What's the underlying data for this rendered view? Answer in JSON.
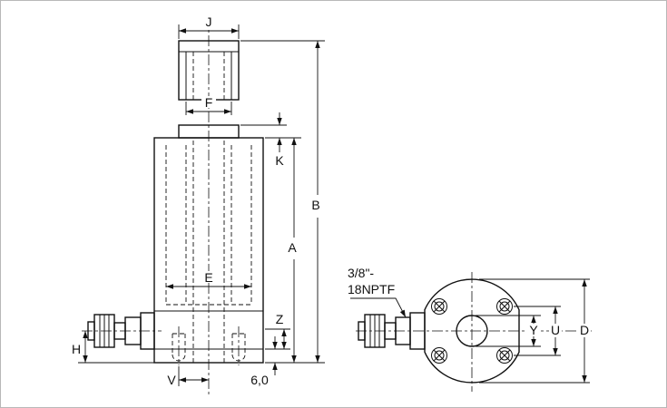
{
  "page": {
    "background": "#ffffff",
    "line_color": "#111111"
  },
  "side_view": {
    "dim_labels": {
      "j": "J",
      "f": "F",
      "k": "K",
      "e": "E",
      "a": "A",
      "b": "B",
      "z": "Z",
      "h": "H",
      "v": "V",
      "base_thickness": "6,0"
    }
  },
  "end_view": {
    "port_label_line1": "3/8\"-",
    "port_label_line2": "18NPTF",
    "dim_labels": {
      "y": "Y",
      "u": "U",
      "d": "D"
    }
  }
}
